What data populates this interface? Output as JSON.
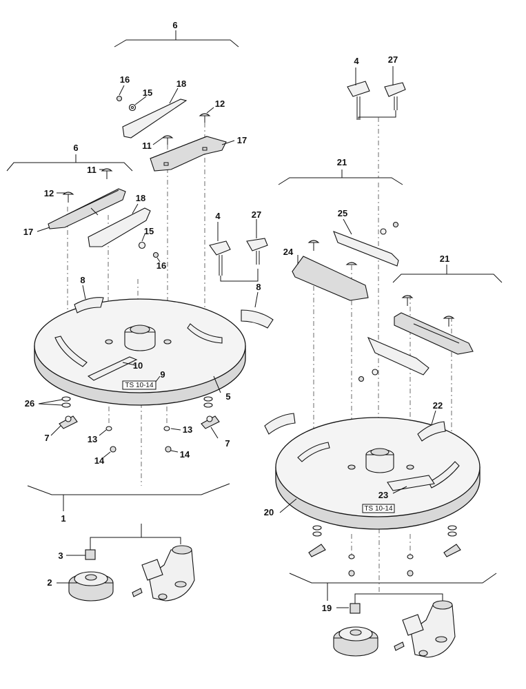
{
  "callouts": {
    "n1": "1",
    "n2": "2",
    "n3": "3",
    "n4a": "4",
    "n4b": "4",
    "n5": "5",
    "n6a": "6",
    "n6b": "6",
    "n7a": "7",
    "n7b": "7",
    "n8a": "8",
    "n8b": "8",
    "n9": "9",
    "n10": "10",
    "n11a": "11",
    "n11b": "11",
    "n12a": "12",
    "n12b": "12",
    "n13a": "13",
    "n13b": "13",
    "n14a": "14",
    "n14b": "14",
    "n15a": "15",
    "n15b": "15",
    "n16a": "16",
    "n16b": "16",
    "n17a": "17",
    "n17b": "17",
    "n18a": "18",
    "n18b": "18",
    "n19": "19",
    "n20": "20",
    "n21a": "21",
    "n21b": "21",
    "n22": "22",
    "n23": "23",
    "n24": "24",
    "n25": "25",
    "n26": "26",
    "n27a": "27",
    "n27b": "27"
  },
  "plate_labels": {
    "left": "TS 10-14",
    "right": "TS 10-14"
  },
  "icons": [
    "disc-plate",
    "saw-blade-guide",
    "scale-strip",
    "wing-nut",
    "carriage-bolt",
    "washer",
    "nut",
    "clamp-foot",
    "adapter-housing",
    "chuck-knob"
  ]
}
